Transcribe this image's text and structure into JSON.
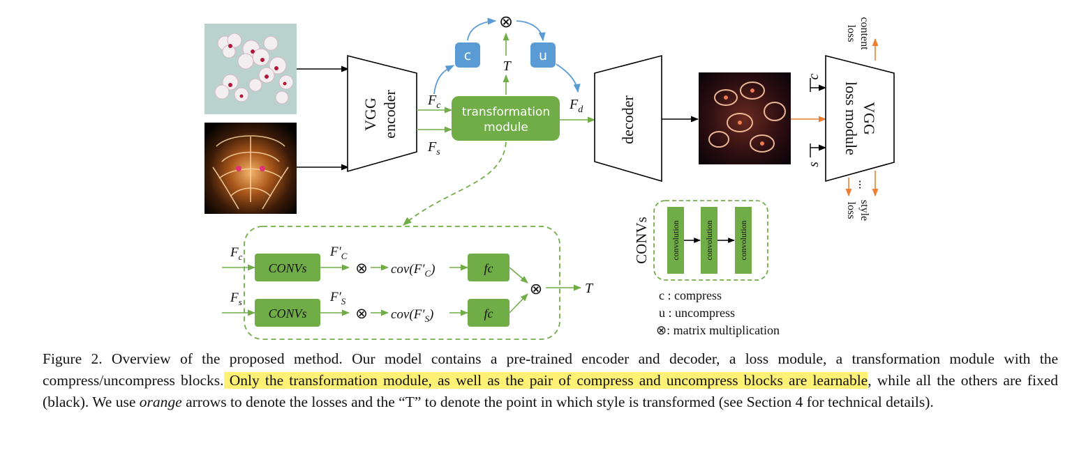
{
  "figure": {
    "vgg_encoder": [
      "VGG",
      "encoder"
    ],
    "decoder": "decoder",
    "vgg_loss_module": [
      "VGG",
      "loss module"
    ],
    "transformation_module": [
      "transformation",
      "module"
    ],
    "compress_block": "c",
    "uncompress_block": "u",
    "otimes": "⊗",
    "T": "T",
    "Fc": "F",
    "Fc_sub": "c",
    "Fs": "F",
    "Fs_sub": "s",
    "Fd": "F",
    "Fd_sub": "d",
    "loss_input_c": "c",
    "loss_input_s": "s",
    "content_loss": [
      "content",
      "loss"
    ],
    "style_loss": [
      "style",
      "loss"
    ],
    "ellipsis": "...",
    "detail": {
      "convs": "CONVs",
      "fc": "fc",
      "Fc_prime": "F′",
      "Fc_prime_sub": "C",
      "Fs_prime": "F′",
      "Fs_prime_sub": "S",
      "cov_c": "cov(F′",
      "cov_c_sub": "C",
      "cov_close": ")",
      "cov_s": "cov(F′",
      "cov_s_sub": "S"
    },
    "convs_legend": {
      "title": "CONVs",
      "blocks": [
        "convolution",
        "convolution",
        "convolution"
      ]
    },
    "legend": [
      "c : compress",
      "u : uncompress",
      "⊗: matrix multiplication"
    ],
    "colors": {
      "green": "#70ad47",
      "blue": "#5b9bd5",
      "orange": "#ed7d31",
      "black": "#000000"
    }
  },
  "caption": {
    "part1": "Figure 2. Overview of the proposed method.  Our model contains a pre-trained encoder and decoder, a loss module, a transformation module with the compress/uncompress blocks.",
    "highlight": " Only the transformation module, as well as the pair of compress and uncompress blocks are learnable",
    "part2": ", while all the others are fixed (black). We use ",
    "emph": "orange",
    "part3": " arrows to denote the losses and the “T” to denote the point in which style is transformed (see Section 4 for technical details)."
  }
}
